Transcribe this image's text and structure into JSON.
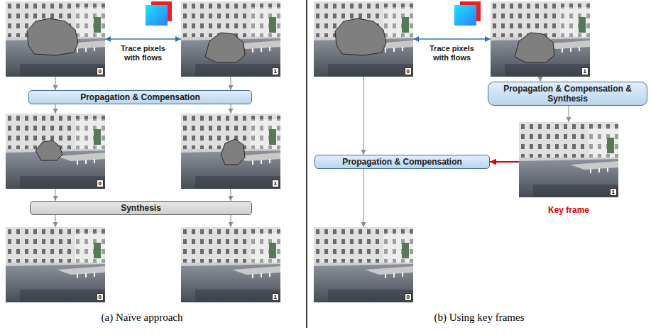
{
  "diagram": {
    "nodes": [
      {
        "text": [
          "0"
        ]
      },
      {
        "text": [
          "1"
        ]
      },
      {
        "text": [
          "Propagation & Compensation"
        ]
      },
      {
        "text": [
          "0"
        ]
      },
      {
        "text": [
          "1"
        ]
      },
      {
        "text": [
          "Synthesis"
        ]
      },
      {
        "text": [
          "0"
        ]
      },
      {
        "text": [
          "1"
        ]
      },
      {
        "text": [
          "0"
        ]
      },
      {
        "text": [
          "1"
        ]
      },
      {
        "text": [
          "Propagation & Compensation & Synthesis"
        ]
      },
      {
        "text": [
          "1"
        ]
      },
      {
        "text": [
          "Propagation & Compensation"
        ]
      },
      {
        "text": [
          "0"
        ]
      }
    ],
    "edges": [
      {
        "from": 0,
        "to": 1,
        "arrow": "both",
        "label": "Trace pixels with flows"
      },
      {
        "from": 0,
        "to": 2,
        "arrow": "to"
      },
      {
        "from": 1,
        "to": 2,
        "arrow": "to"
      },
      {
        "from": 2,
        "to": 3,
        "arrow": "to"
      },
      {
        "from": 2,
        "to": 4,
        "arrow": "to"
      },
      {
        "from": 3,
        "to": 5,
        "arrow": "to"
      },
      {
        "from": 4,
        "to": 5,
        "arrow": "to"
      },
      {
        "from": 5,
        "to": 6,
        "arrow": "to"
      },
      {
        "from": 5,
        "to": 7,
        "arrow": "to"
      },
      {
        "from": 8,
        "to": 9,
        "arrow": "both",
        "label": "Trace pixels with flows"
      },
      {
        "from": 9,
        "to": 10,
        "arrow": "to"
      },
      {
        "from": 10,
        "to": 11,
        "arrow": "to"
      },
      {
        "from": 11,
        "to": 12,
        "arrow": "to"
      },
      {
        "from": 8,
        "to": 12,
        "arrow": "to"
      },
      {
        "from": 12,
        "to": 13,
        "arrow": "to"
      }
    ],
    "labels": [
      "(a) Naïve approach",
      "(b) Using key frames",
      "Key frame"
    ]
  }
}
